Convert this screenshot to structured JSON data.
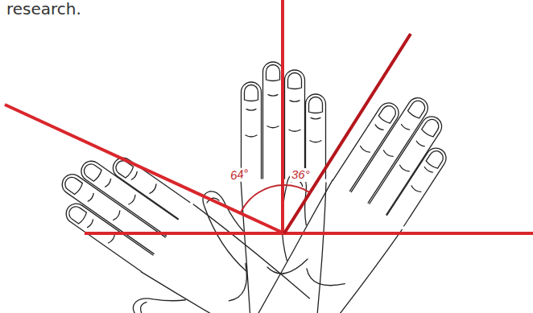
{
  "diagram": {
    "labels": [
      "research.",
      "64°",
      "36°"
    ]
  }
}
